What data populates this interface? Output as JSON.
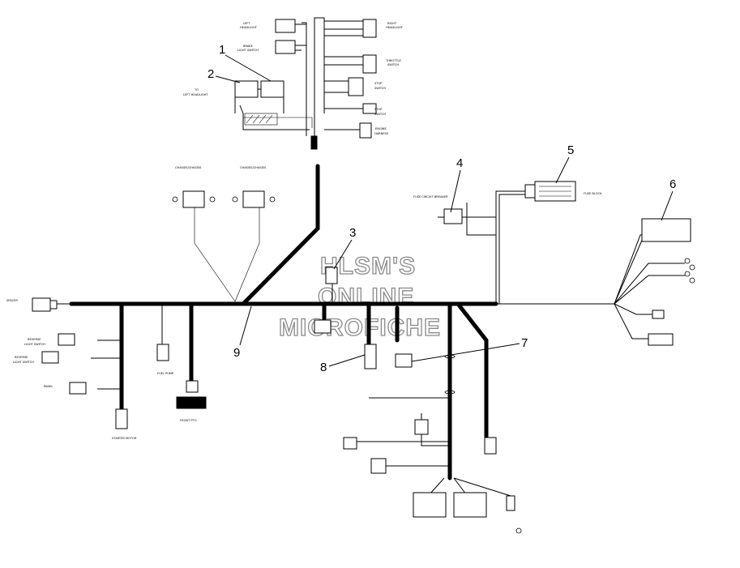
{
  "callouts": [
    {
      "id": "1",
      "label": "1"
    },
    {
      "id": "2",
      "label": "2"
    },
    {
      "id": "3",
      "label": "3"
    },
    {
      "id": "4",
      "label": "4"
    },
    {
      "id": "5",
      "label": "5"
    },
    {
      "id": "6",
      "label": "6"
    },
    {
      "id": "7",
      "label": "7"
    },
    {
      "id": "8",
      "label": "8"
    },
    {
      "id": "9",
      "label": "9"
    }
  ],
  "watermark": {
    "line1": "HLSM'S",
    "line2": "ONLINE",
    "line3": "MICROFICHE"
  }
}
